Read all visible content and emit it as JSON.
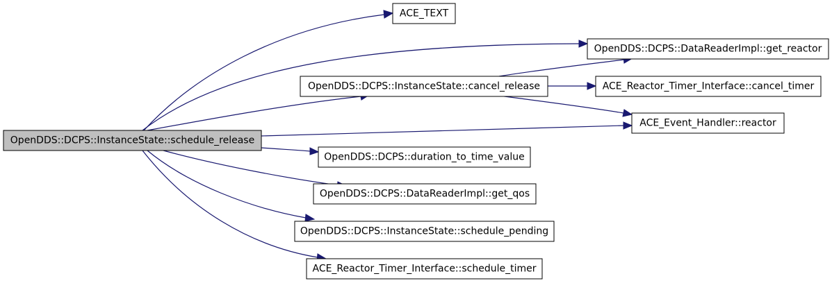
{
  "graph": {
    "nodes": {
      "schedule_release": {
        "label": "OpenDDS::DCPS::InstanceState::schedule_release"
      },
      "ace_text": {
        "label": "ACE_TEXT"
      },
      "get_reactor": {
        "label": "OpenDDS::DCPS::DataReaderImpl::get_reactor"
      },
      "cancel_release": {
        "label": "OpenDDS::DCPS::InstanceState::cancel_release"
      },
      "cancel_timer": {
        "label": "ACE_Reactor_Timer_Interface::cancel_timer"
      },
      "reactor": {
        "label": "ACE_Event_Handler::reactor"
      },
      "duration_to_time_value": {
        "label": "OpenDDS::DCPS::duration_to_time_value"
      },
      "get_qos": {
        "label": "OpenDDS::DCPS::DataReaderImpl::get_qos"
      },
      "schedule_pending": {
        "label": "OpenDDS::DCPS::InstanceState::schedule_pending"
      },
      "schedule_timer": {
        "label": "ACE_Reactor_Timer_Interface::schedule_timer"
      }
    },
    "edges": [
      {
        "from": "schedule_release",
        "to": "ace_text"
      },
      {
        "from": "schedule_release",
        "to": "get_reactor"
      },
      {
        "from": "schedule_release",
        "to": "cancel_release"
      },
      {
        "from": "schedule_release",
        "to": "reactor"
      },
      {
        "from": "schedule_release",
        "to": "duration_to_time_value"
      },
      {
        "from": "schedule_release",
        "to": "get_qos"
      },
      {
        "from": "schedule_release",
        "to": "schedule_pending"
      },
      {
        "from": "schedule_release",
        "to": "schedule_timer"
      },
      {
        "from": "cancel_release",
        "to": "get_reactor"
      },
      {
        "from": "cancel_release",
        "to": "cancel_timer"
      },
      {
        "from": "cancel_release",
        "to": "reactor"
      }
    ],
    "colors": {
      "edge": "#191970",
      "root_fill": "#bfbfbf",
      "node_fill": "#ffffff",
      "node_border": "#000000"
    }
  }
}
